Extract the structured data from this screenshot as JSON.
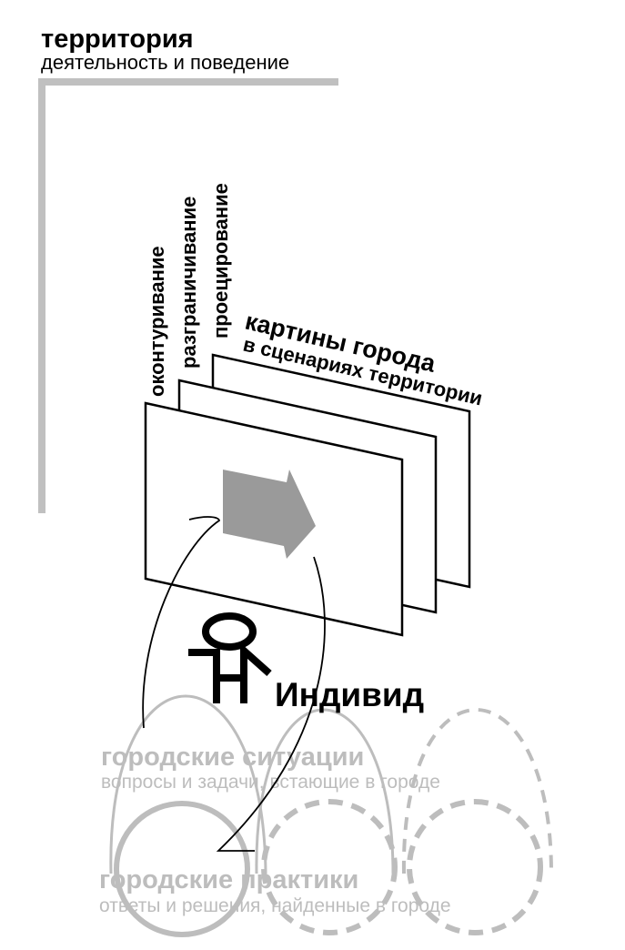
{
  "header": {
    "title": "территория",
    "subtitle": "деятельность и поведение"
  },
  "operations": {
    "contouring": "оконтуривание",
    "delimiting": "разграничивание",
    "projecting": "проецирование"
  },
  "layers": {
    "title": "картины города",
    "subtitle": "в сценариях территории"
  },
  "individual": {
    "label": "Индивид"
  },
  "situations": {
    "title": "городские ситуации",
    "subtitle": "вопросы и задачи, встающие в городе"
  },
  "practices": {
    "title": "городские практики",
    "subtitle": "ответы и решения, найденные в городе"
  },
  "colors": {
    "ink": "#000000",
    "frame_gray": "#c0c0c0",
    "arrow_gray": "#9a9a9a",
    "faded_gray": "#bdbdbd"
  }
}
